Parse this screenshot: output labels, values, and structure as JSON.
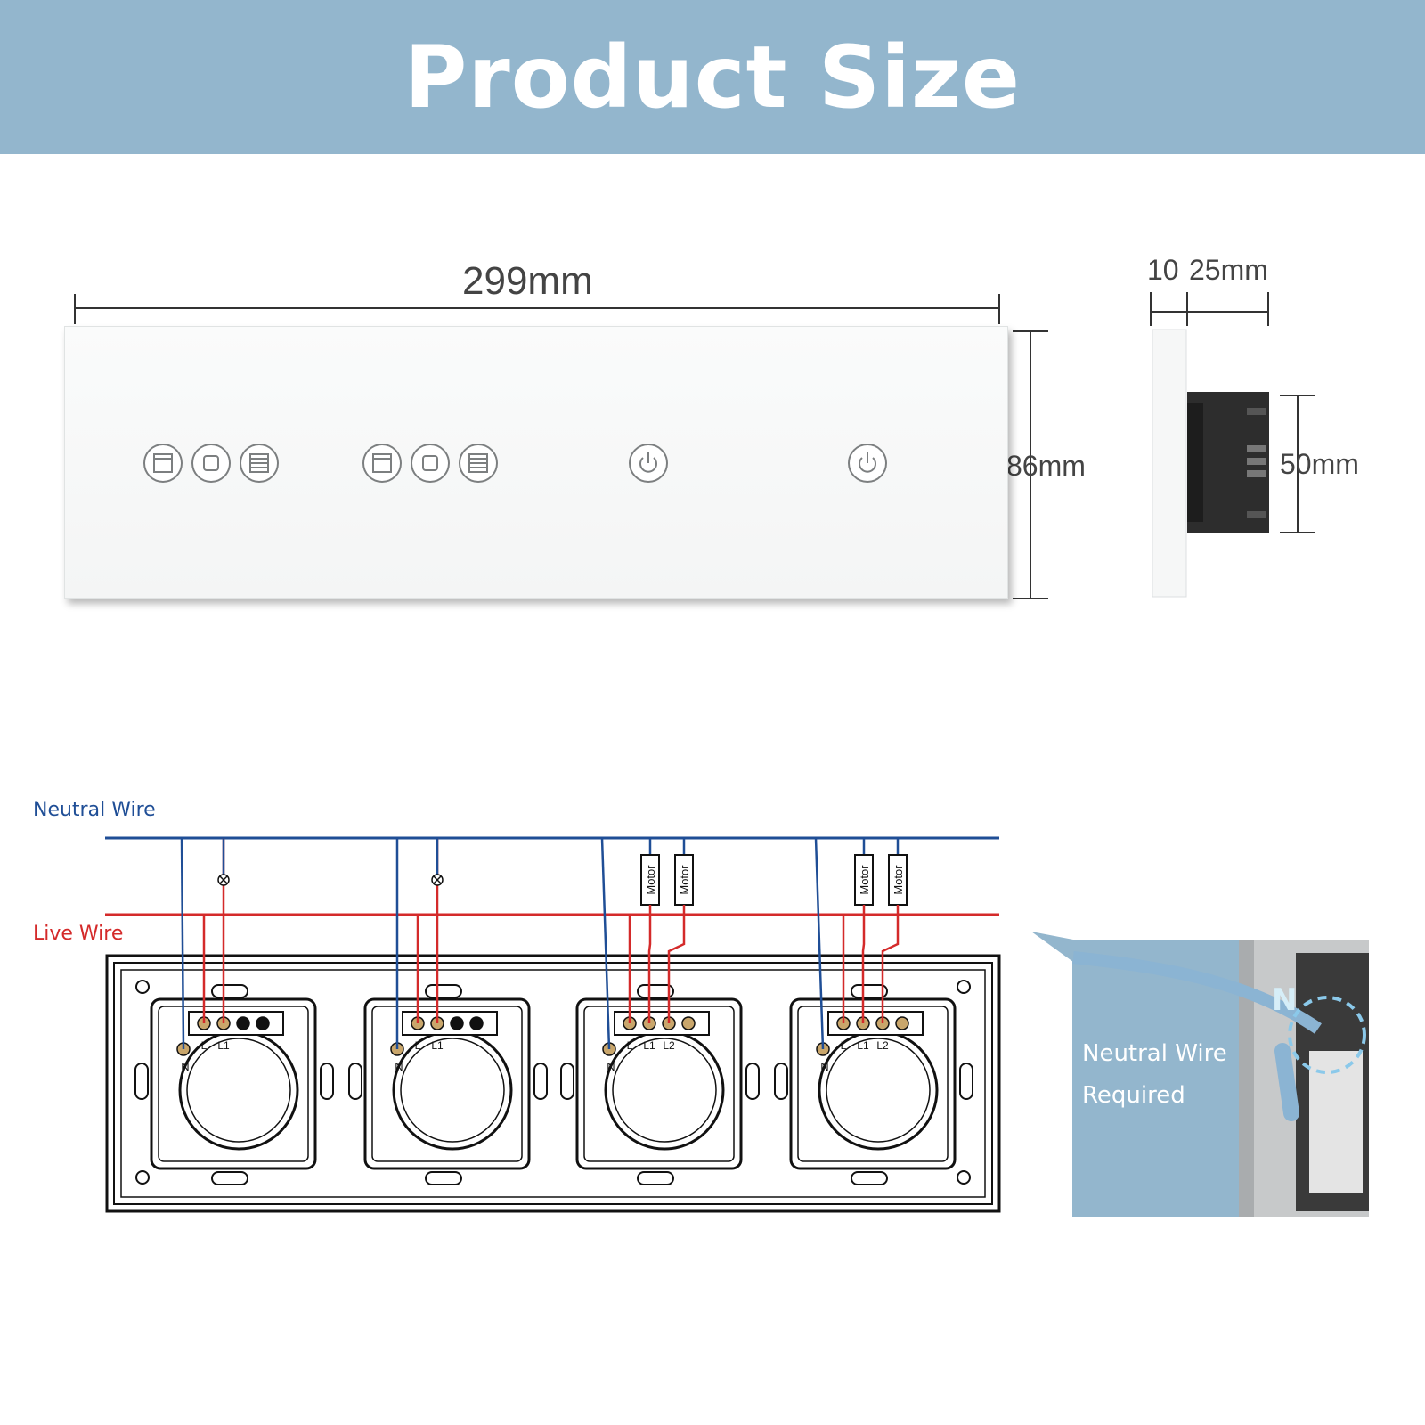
{
  "header": {
    "title": "Product Size"
  },
  "dimensions": {
    "width": "299mm",
    "height": "86mm",
    "glass_thickness": "10",
    "body_depth": "25mm",
    "body_height": "50mm"
  },
  "wiring": {
    "neutral_label": "Neutral Wire",
    "live_label": "Live Wire",
    "motor_label": "Motor",
    "terminal_labels": [
      "N",
      "L",
      "L1",
      "L2"
    ],
    "neutral_color": "#1f4e96",
    "live_color": "#d42a2a"
  },
  "inset": {
    "line1": "Neutral Wire",
    "line2": "Required",
    "badge": "N",
    "background_color": "#93b6cd"
  },
  "icons": [
    "curtain-open-icon",
    "curtain-stop-icon",
    "curtain-close-icon",
    "power-icon"
  ]
}
